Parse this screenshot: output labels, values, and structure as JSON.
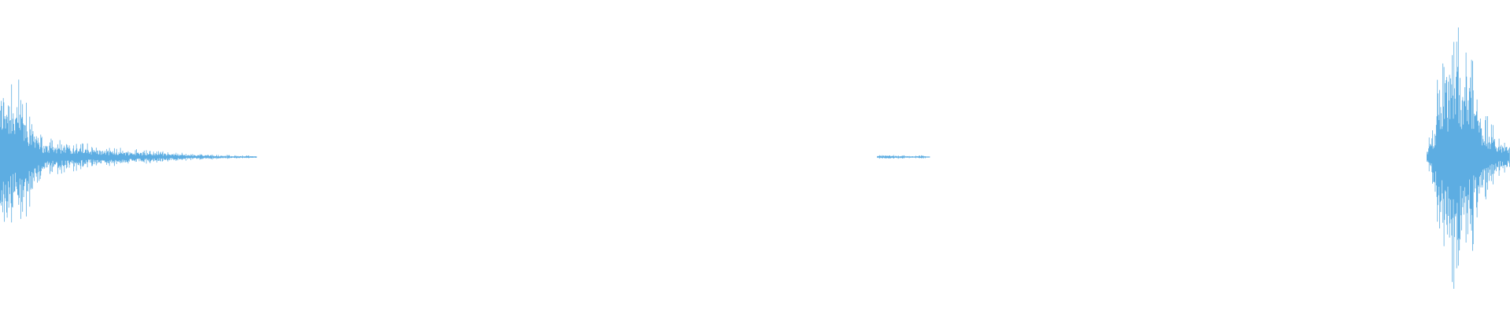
{
  "waveform": {
    "color": "#5DADE2",
    "background": "#FFFFFF",
    "duration_fraction_axis": "time",
    "segments": [
      {
        "name": "burst-left",
        "start": 0.0,
        "end": 0.028,
        "amplitude_profile": [
          0.55,
          0.65,
          0.6,
          0.5,
          0.45,
          0.4,
          0.35,
          0.3,
          0.25,
          0.2
        ]
      },
      {
        "name": "tail-left",
        "start": 0.028,
        "end": 0.17,
        "amplitude_profile": [
          0.12,
          0.1,
          0.08,
          0.06,
          0.05,
          0.04,
          0.03,
          0.02,
          0.015,
          0.01,
          0.008
        ]
      },
      {
        "name": "blip-middle",
        "start": 0.581,
        "end": 0.616,
        "amplitude_profile": [
          0.01,
          0.015,
          0.012,
          0.01,
          0.006,
          0.01,
          0.004
        ]
      },
      {
        "name": "burst-right",
        "start": 0.945,
        "end": 1.0,
        "amplitude_profile": [
          0.05,
          0.25,
          0.55,
          0.75,
          0.85,
          0.9,
          0.8,
          0.6,
          0.45,
          0.3,
          0.2,
          0.15,
          0.1,
          0.08
        ]
      }
    ]
  }
}
